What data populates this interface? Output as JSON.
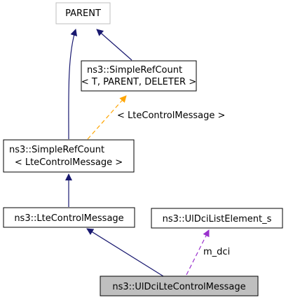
{
  "diagram": {
    "nodes": {
      "parent": {
        "label": "PARENT"
      },
      "simple_ref_count_template": {
        "line1": "ns3::SimpleRefCount",
        "line2": "< T, PARENT, DELETER >"
      },
      "simple_ref_count_lte": {
        "line1": "ns3::SimpleRefCount",
        "line2": "< LteControlMessage >"
      },
      "lte_control_message": {
        "label": "ns3::LteControlMessage"
      },
      "ul_dci_list_element": {
        "label": "ns3::UlDciListElement_s"
      },
      "ul_dci_lte_control_message": {
        "label": "ns3::UlDciLteControlMessage"
      }
    },
    "edges": {
      "template_instantiation": {
        "label": "< LteControlMessage >"
      },
      "member_usage": {
        "label": "m_dci"
      }
    },
    "colors": {
      "inheritance": "#191970",
      "template": "#ffa500",
      "usage": "#9a32cd",
      "highlight_fill": "#bfbfbf",
      "parent_border": "#bfbfbf"
    }
  }
}
